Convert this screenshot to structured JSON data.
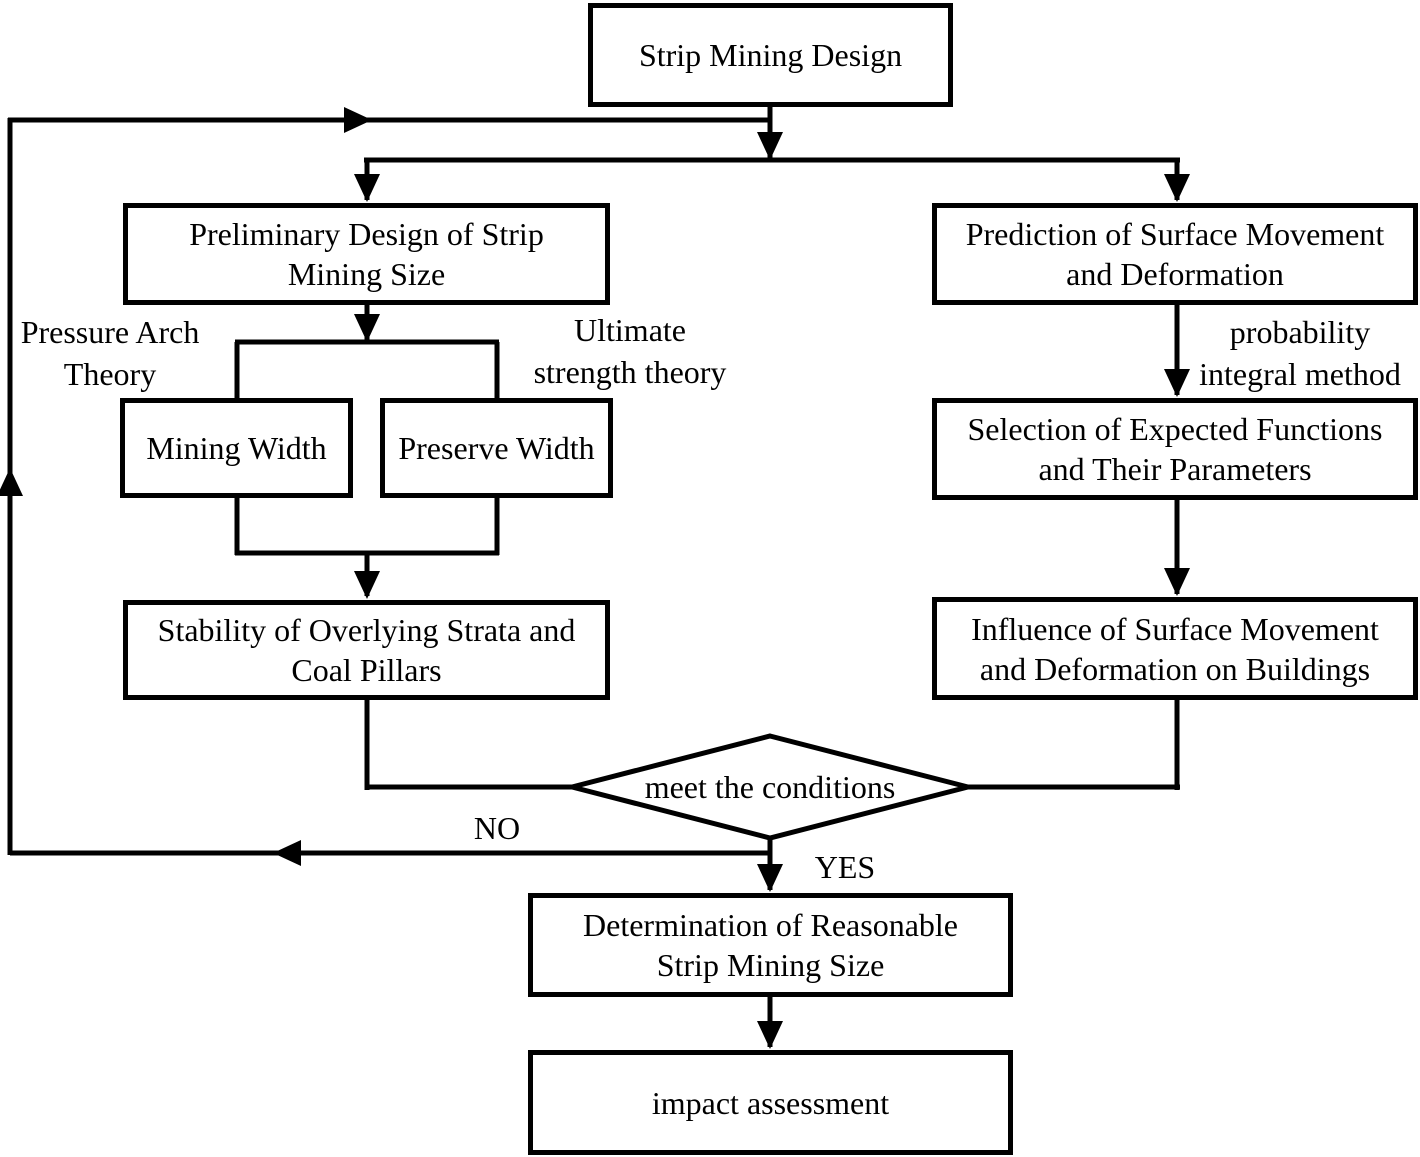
{
  "diagram": {
    "type": "flowchart",
    "background_color": "#ffffff",
    "stroke_color": "#000000",
    "text_color": "#000000",
    "nodes": {
      "strip_mining_design": [
        "Strip Mining Design"
      ],
      "preliminary_design": [
        "Preliminary Design of Strip",
        "Mining Size"
      ],
      "prediction_surface_movement": [
        "Prediction of Surface Movement",
        "and Deformation"
      ],
      "mining_width": [
        "Mining Width"
      ],
      "preserve_width": [
        "Preserve Width"
      ],
      "selection_expected_functions": [
        "Selection of Expected Functions",
        "and Their Parameters"
      ],
      "stability_overlying_strata": [
        "Stability of Overlying Strata and",
        "Coal Pillars"
      ],
      "influence_surface_movement": [
        "Influence of Surface Movement",
        "and Deformation on Buildings"
      ],
      "meet_the_conditions": [
        "meet the conditions"
      ],
      "determination_reasonable_size": [
        "Determination of Reasonable",
        "Strip Mining Size"
      ],
      "impact_assessment": [
        "impact assessment"
      ]
    },
    "edge_labels": {
      "pressure_arch_theory": [
        "Pressure Arch",
        "Theory"
      ],
      "ultimate_strength_theory": [
        "Ultimate",
        "strength theory"
      ],
      "probability_integral_method": [
        "probability",
        "integral method"
      ],
      "no": "NO",
      "yes": "YES"
    }
  }
}
